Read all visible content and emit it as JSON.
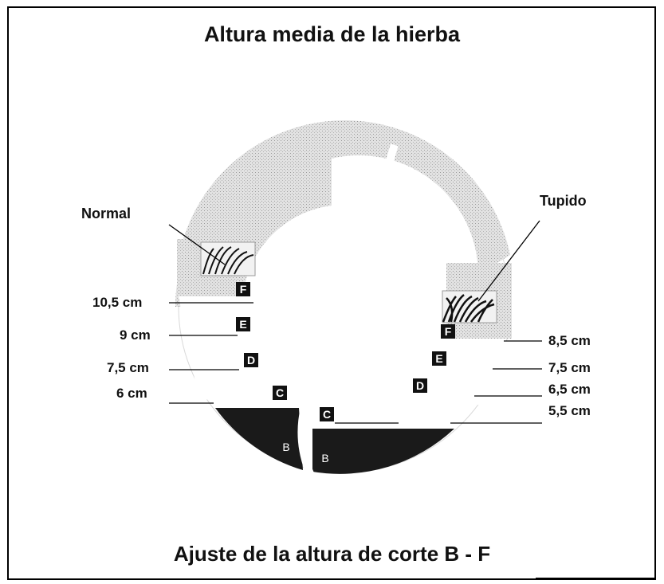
{
  "title": "Altura media de la hierba",
  "subtitle": "Ajuste de la altura de corte B - F",
  "left": {
    "header": "Normal",
    "heights": [
      "10,5 cm",
      "9 cm",
      "7,5 cm",
      "6 cm"
    ],
    "letters": [
      "F",
      "E",
      "D",
      "C",
      "B"
    ]
  },
  "right": {
    "header": "Tupido",
    "heights": [
      "8,5 cm",
      "7,5 cm",
      "6,5 cm",
      "5,5 cm"
    ],
    "letters": [
      "F",
      "E",
      "D",
      "C",
      "B"
    ]
  },
  "colors": {
    "fill_top": "#cfcfcf",
    "fill_bottom": "#1a1a1a",
    "line": "#000000"
  },
  "icons": [
    "grass-icon-normal",
    "grass-icon-dense"
  ]
}
